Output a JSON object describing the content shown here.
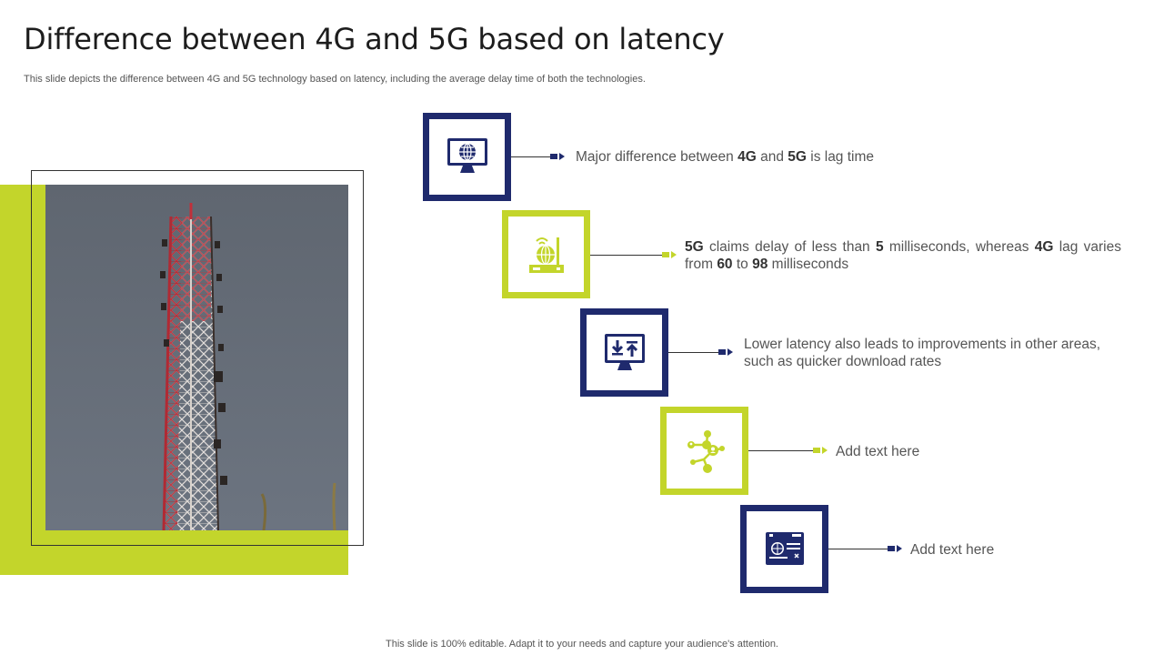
{
  "header": {
    "title": "Difference between 4G and 5G based on latency",
    "subtitle": "This slide depicts the difference between 4G and 5G technology based on latency, including the average delay time of both the technologies."
  },
  "footer": {
    "text": "This slide is 100% editable. Adapt it to your needs and capture your audience's attention."
  },
  "colors": {
    "navy": "#1f2a6d",
    "lime": "#c3d52b",
    "text": "#555555"
  },
  "steps": [
    {
      "icon": "globe-monitor-icon",
      "color": "navy",
      "parts": [
        "Major difference between ",
        "4G",
        " and ",
        "5G",
        " is lag time"
      ]
    },
    {
      "icon": "wifi-router-globe-icon",
      "color": "lime",
      "parts": [
        "5G",
        " claims delay of less than ",
        "5",
        " milliseconds, whereas ",
        "4G",
        " lag varies from ",
        "60",
        " to ",
        "98",
        " milliseconds"
      ]
    },
    {
      "icon": "download-upload-monitor-icon",
      "color": "navy",
      "parts": [
        "Lower latency also leads to improvements in other areas, such as quicker download rates"
      ]
    },
    {
      "icon": "network-users-icon",
      "color": "lime",
      "parts": [
        "Add text here"
      ]
    },
    {
      "icon": "web-browser-globe-icon",
      "color": "navy",
      "parts": [
        "Add text here"
      ]
    }
  ]
}
